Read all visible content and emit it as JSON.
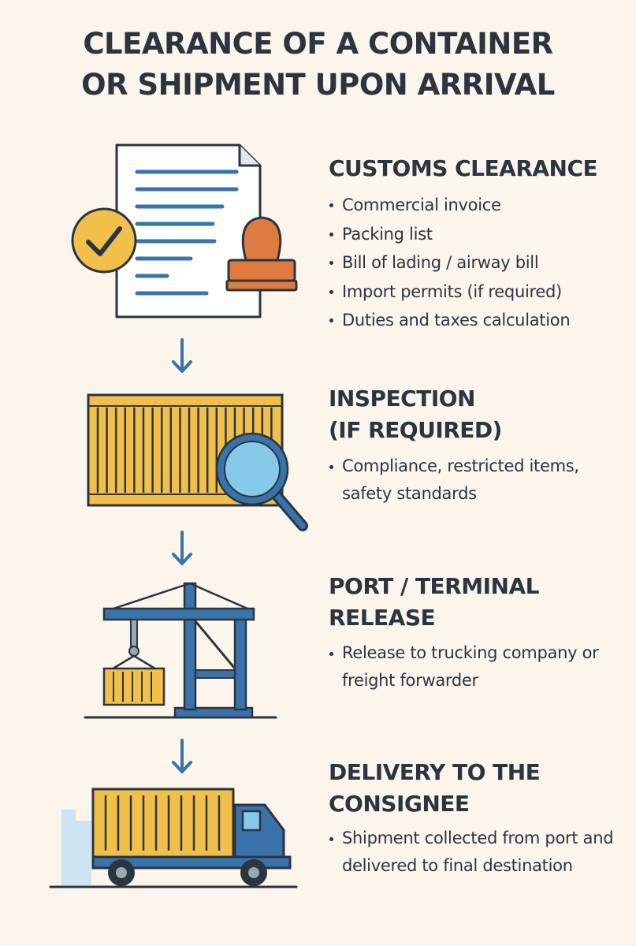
{
  "title": {
    "line1": "CLEARANCE OF A CONTAINER",
    "line2": "OR SHIPMENT UPON ARRIVAL"
  },
  "steps": [
    {
      "title_lines": [
        "CUSTOMS CLEARANCE"
      ],
      "icon": "document-stamp-checkmark-icon",
      "bullets": [
        "Commercial invoice",
        "Packing list",
        "Bill of lading / airway bill",
        "Import permits (if required)",
        "Duties and taxes calculation"
      ]
    },
    {
      "title_lines": [
        "INSPECTION",
        "(IF REQUIRED)"
      ],
      "icon": "container-magnifier-icon",
      "bullets": [
        "Compliance, restricted items, safety standards"
      ]
    },
    {
      "title_lines": [
        "PORT / TERMINAL",
        "RELEASE"
      ],
      "icon": "port-crane-icon",
      "bullets": [
        "Release to trucking company or freight forwarder"
      ]
    },
    {
      "title_lines": [
        "DELIVERY TO THE",
        "CONSIGNEE"
      ],
      "icon": "container-truck-icon",
      "bullets": [
        "Shipment collected from port and delivered to final destination"
      ]
    }
  ],
  "colors": {
    "background": "#fcf5ec",
    "text": "#2a353f",
    "blue": "#3a73aa",
    "dark_blue": "#24537f",
    "yellow": "#f2c04a",
    "orange": "#dd7b40",
    "light_blue": "#86c9e8"
  }
}
